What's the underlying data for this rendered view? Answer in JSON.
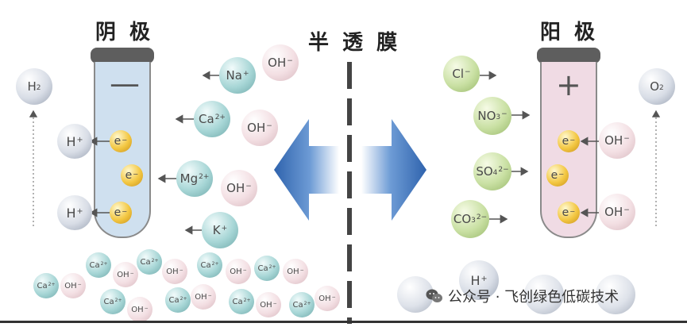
{
  "headings": {
    "cathode": "阴 极",
    "membrane": "半 透 膜",
    "anode": "阳 极"
  },
  "signs": {
    "cathode": "—",
    "anode": "+"
  },
  "cathode_side": {
    "gas": {
      "base": "H",
      "sub": "2",
      "sup": ""
    },
    "h_ions": [
      {
        "base": "H",
        "sup": "+"
      },
      {
        "base": "H",
        "sup": "+"
      }
    ],
    "electrons": [
      {
        "base": "e",
        "sup": "−"
      },
      {
        "base": "e",
        "sup": "−"
      },
      {
        "base": "e",
        "sup": "−"
      }
    ],
    "cations": [
      {
        "base": "Na",
        "sup": "+"
      },
      {
        "base": "Ca",
        "sup": "2+"
      },
      {
        "base": "Mg",
        "sup": "2+"
      },
      {
        "base": "K",
        "sup": "+"
      }
    ],
    "hydroxides": [
      {
        "base": "OH",
        "sup": "−"
      },
      {
        "base": "OH",
        "sup": "−"
      },
      {
        "base": "OH",
        "sup": "−"
      }
    ]
  },
  "anode_side": {
    "gas": {
      "base": "O",
      "sub": "2",
      "sup": ""
    },
    "anions": [
      {
        "base": "Cl",
        "sub": "",
        "sup": "−"
      },
      {
        "base": "NO",
        "sub": "3",
        "sup": "−"
      },
      {
        "base": "SO",
        "sub": "4",
        "sup": "2−"
      },
      {
        "base": "CO",
        "sub": "3",
        "sup": "2−"
      }
    ],
    "electrons": [
      {
        "base": "e",
        "sup": "−"
      },
      {
        "base": "e",
        "sup": "−"
      },
      {
        "base": "e",
        "sup": "−"
      }
    ],
    "hydroxides": [
      {
        "base": "OH",
        "sup": "−"
      },
      {
        "base": "OH",
        "sup": "−"
      }
    ]
  },
  "bottom_row": {
    "ca": {
      "base": "Ca",
      "sup": "2+"
    },
    "oh": {
      "base": "OH",
      "sup": "−"
    },
    "h": {
      "base": "H",
      "sup": "+"
    }
  },
  "watermark": {
    "text": "公众号 · 飞创绿色低碳技术"
  },
  "colors": {
    "cathode_tube": "#cfe0ef",
    "anode_tube": "#f0dbe4",
    "arrow_blue": "#3c6fb7",
    "membrane": "#444444"
  }
}
